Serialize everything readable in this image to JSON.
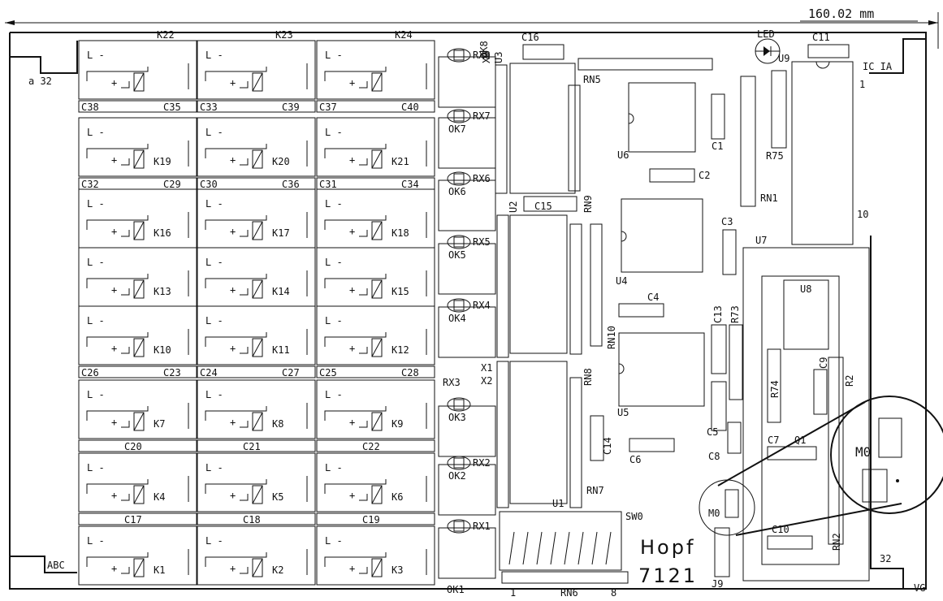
{
  "dimension": {
    "value": "160.02 mm"
  },
  "edge_labels": {
    "a32": "a 32",
    "abc": "ABC",
    "ic_ia": "IC IA",
    "one": "1",
    "ten": "10",
    "thirty_two": "32",
    "vg": "VG"
  },
  "relay_rows": [
    {
      "relays": [
        "K22",
        "K23",
        "K24"
      ],
      "caps_below": [
        "C38",
        "C35",
        "C33",
        "C39",
        "C37",
        "C40"
      ]
    },
    {
      "relays": [
        "K19",
        "K20",
        "K21"
      ],
      "caps_below": [
        "C32",
        "C29",
        "C30",
        "C36",
        "C31",
        "C34"
      ]
    },
    {
      "relays": [
        "K16",
        "K17",
        "K18"
      ],
      "caps_below": []
    },
    {
      "relays": [
        "K13",
        "K14",
        "K15"
      ],
      "caps_below": []
    },
    {
      "relays": [
        "K10",
        "K11",
        "K12"
      ],
      "caps_below": [
        "C26",
        "C23",
        "C24",
        "C27",
        "C25",
        "C28"
      ]
    },
    {
      "relays": [
        "K7",
        "K8",
        "K9"
      ],
      "caps_below": [
        "C20",
        "C21",
        "C22"
      ]
    },
    {
      "relays": [
        "K4",
        "K5",
        "K6"
      ],
      "caps_below": [
        "C17",
        "C18",
        "C19"
      ]
    },
    {
      "relays": [
        "K1",
        "K2",
        "K3"
      ],
      "caps_below": []
    }
  ],
  "relay_symbols": {
    "contact": "L  -",
    "coil": "+"
  },
  "optocouplers": [
    {
      "rx": "RX8",
      "ok": "OK8"
    },
    {
      "rx": "RX7",
      "ok": "OK7"
    },
    {
      "rx": "RX6",
      "ok": "OK6"
    },
    {
      "rx": "RX5",
      "ok": "OK5"
    },
    {
      "rx": "RX4",
      "ok": "OK4"
    },
    {
      "rx": "RX3",
      "ok": "OK3"
    },
    {
      "rx": "RX2",
      "ok": "OK2"
    },
    {
      "rx": "RX1",
      "ok": "OK1"
    }
  ],
  "components": {
    "x0": "X0",
    "x1": "X1",
    "x2": "X2",
    "u1": "U1",
    "u2": "U2",
    "u3": "U3",
    "u4": "U4",
    "u5": "U5",
    "u6": "U6",
    "u7": "U7",
    "u8": "U8",
    "u9": "U9",
    "c1": "C1",
    "c2": "C2",
    "c3": "C3",
    "c4": "C4",
    "c5": "C5",
    "c6": "C6",
    "c7": "C7",
    "c8": "C8",
    "c9": "C9",
    "c10": "C10",
    "c11": "C11",
    "c13": "C13",
    "c14": "C14",
    "c15": "C15",
    "c16": "C16",
    "rn1": "RN1",
    "rn2": "RN2",
    "rn5": "RN5",
    "rn6": "RN6",
    "rn7": "RN7",
    "rn8": "RN8",
    "rn9": "RN9",
    "rn10": "RN10",
    "r2": "R2",
    "r73": "R73",
    "r74": "R74",
    "r75": "R75",
    "q1": "Q1",
    "sw0": "SW0",
    "j9": "J9",
    "led": "LED",
    "m0": "M0",
    "rn6_start": "1",
    "rn6_end": "8"
  },
  "brand": {
    "name": "Hopf",
    "model": "7121"
  }
}
